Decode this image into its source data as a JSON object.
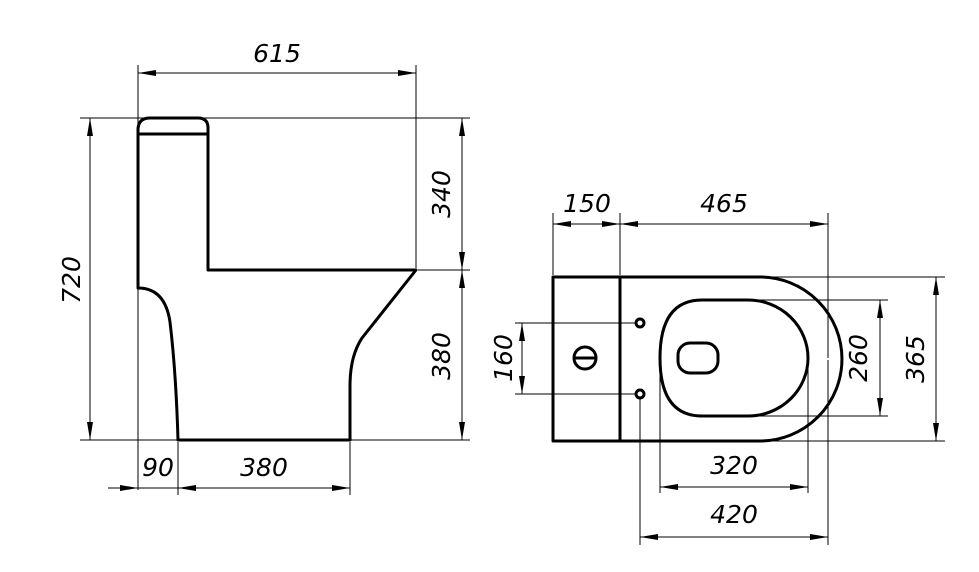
{
  "side_view": {
    "dims": {
      "overall_width": "615",
      "overall_height": "720",
      "tank_height": "340",
      "bowl_height": "380",
      "rear_offset": "90",
      "base_length": "380"
    }
  },
  "top_view": {
    "dims": {
      "tank_depth": "150",
      "bowl_length": "465",
      "bolt_spacing": "160",
      "seat_width": "260",
      "overall_width": "365",
      "seat_length": "320",
      "bowl_rim_length": "420"
    }
  }
}
